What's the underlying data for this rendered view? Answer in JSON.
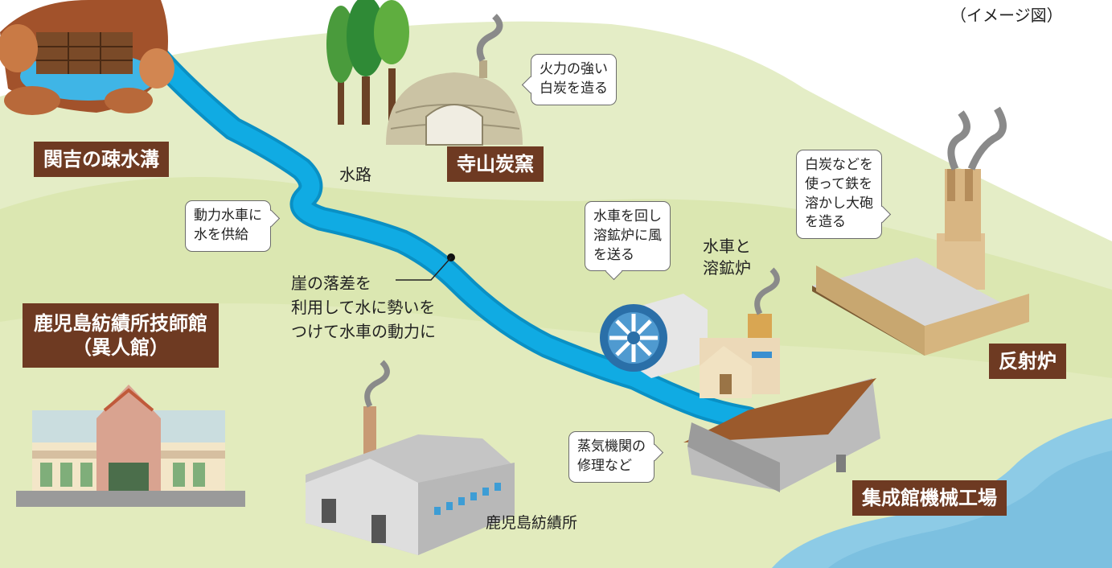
{
  "image_note": "（イメージ図）",
  "colors": {
    "label_bg": "#6e3a22",
    "water": "#0aa6dc",
    "sea": "#8dcbe6",
    "hill_light": "#e4edc6",
    "hill_mid": "#d6e4a8",
    "ground": "#eef3d8"
  },
  "labels": {
    "sekiyoshi": "関吉の疎水溝",
    "terayama": "寺山炭窯",
    "ijinkan_line1": "鹿児島紡績所技師館",
    "ijinkan_line2": "（異人館）",
    "hanshaoro": "反射炉",
    "shuseikan": "集成館機械工場"
  },
  "plain": {
    "suiro": "水路",
    "suisha_line1": "水車と",
    "suisha_line2": "溶鉱炉",
    "gake_line1": "崖の落差を",
    "gake_line2": "利用して水に勢いを",
    "gake_line3": "つけて水車の動力に",
    "boseki": "鹿児島紡績所"
  },
  "bubbles": {
    "hakutan": [
      "火力の強い",
      "白炭を造る"
    ],
    "douryoku": [
      "動力水車に",
      "水を供給"
    ],
    "suisha": [
      "水車を回し",
      "溶鉱炉に風",
      "を送る"
    ],
    "taiho": [
      "白炭などを",
      "使って鉄を",
      "溶かし大砲",
      "を造る"
    ],
    "jouki": [
      "蒸気機関の",
      "修理など"
    ]
  },
  "icons": [
    "waterwheel-icon",
    "smoke-icon",
    "tree-icon",
    "kiln-icon",
    "factory-icon",
    "chimney-icon",
    "sluice-gate-icon"
  ]
}
